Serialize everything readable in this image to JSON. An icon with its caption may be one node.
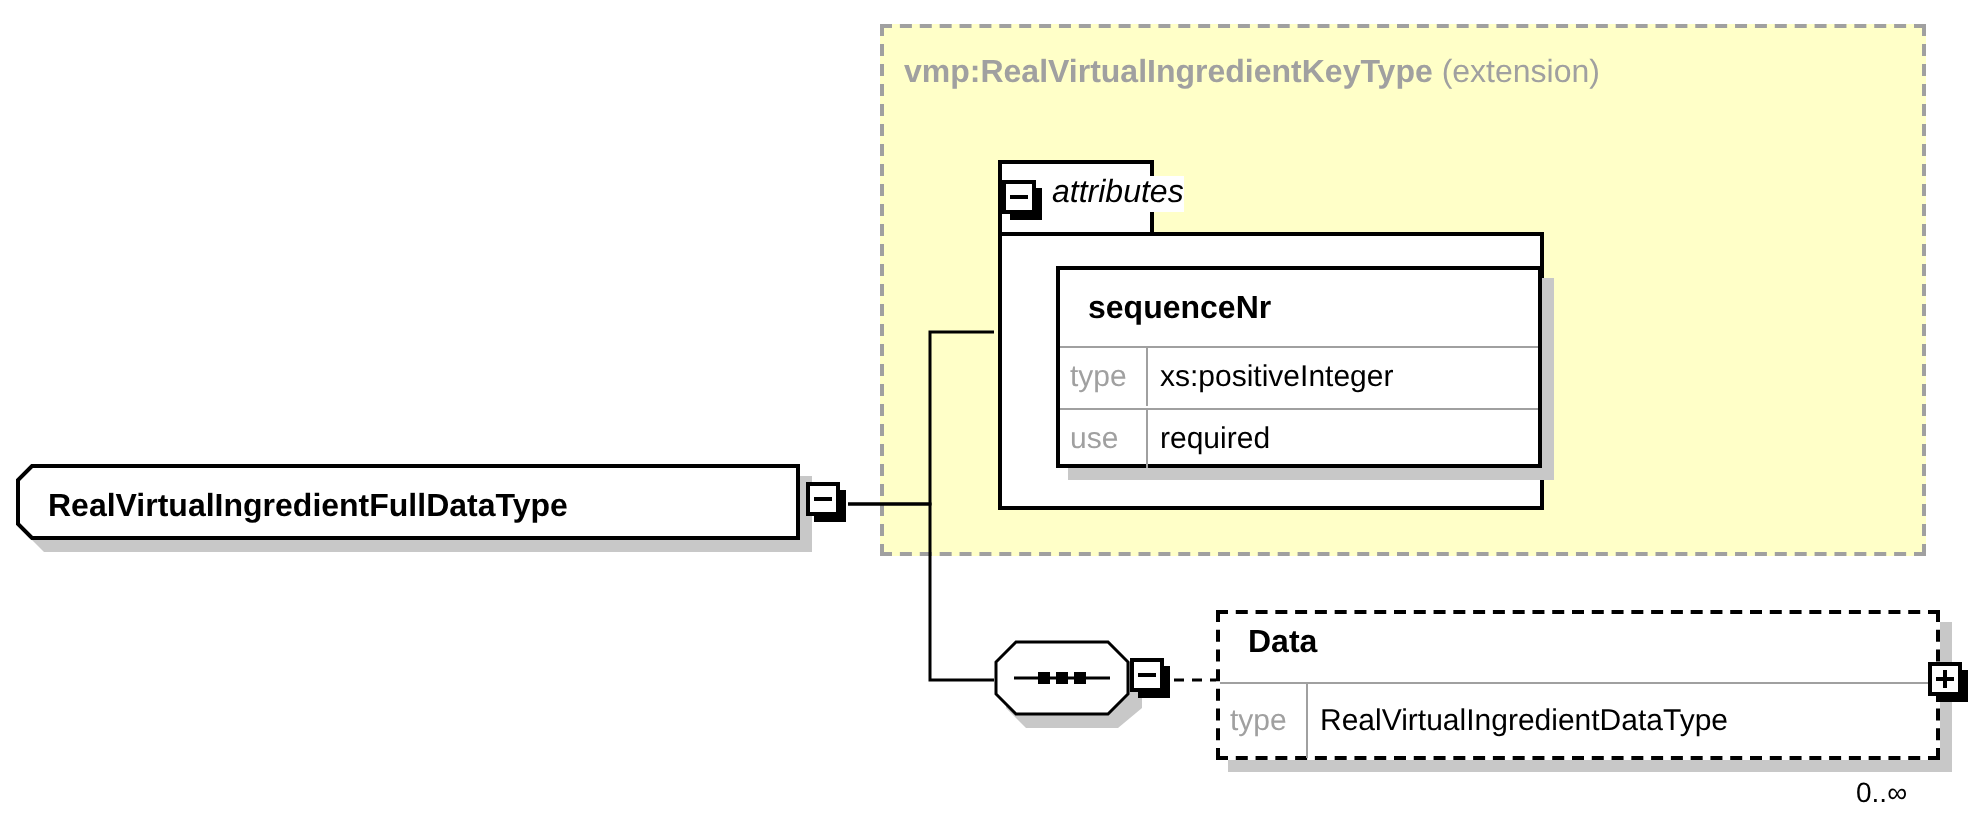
{
  "diagram": {
    "nodes": [
      {
        "text": [
          "RealVirtualIngredientFullDataType"
        ]
      },
      {
        "text": [
          "**vmp:RealVirtualIngredientKeyType** (extension)"
        ]
      },
      {
        "text": [
          "attributes"
        ],
        "in": 1
      },
      {
        "text": [
          "sequenceNr",
          "type",
          "xs:positiveInteger",
          "use",
          "required"
        ],
        "in": 2
      },
      {
        "text": [],
        "shape": "octagon"
      },
      {
        "text": [
          "Data",
          "type",
          "RealVirtualIngredientDataType"
        ],
        "beside": [
          "0..∞"
        ]
      }
    ],
    "edges": [
      {
        "from": 0,
        "to": 2,
        "arrow": "none"
      },
      {
        "from": 0,
        "to": 4,
        "arrow": "none"
      },
      {
        "from": 4,
        "to": 5,
        "arrow": "none",
        "style": "dashed"
      }
    ]
  }
}
